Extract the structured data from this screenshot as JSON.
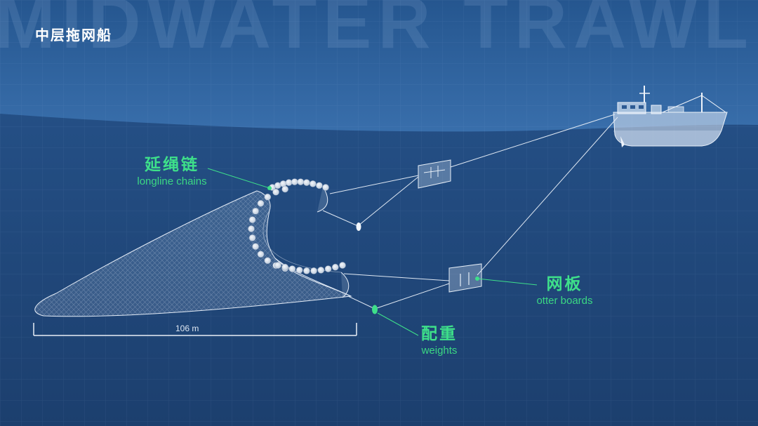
{
  "background_title": "MIDWATER TRAWLER",
  "title": "中层拖网船",
  "labels": {
    "longline_chains": {
      "zh": "延绳链",
      "en": "longline chains"
    },
    "otter_boards": {
      "zh": "网板",
      "en": "otter boards"
    },
    "weights": {
      "zh": "配重",
      "en": "weights"
    }
  },
  "net_length": "106 m",
  "colors": {
    "sky": "#3569a6",
    "water": "#1f4679",
    "annotation_green": "#3ee08a",
    "line_white": "#e6eef7"
  }
}
